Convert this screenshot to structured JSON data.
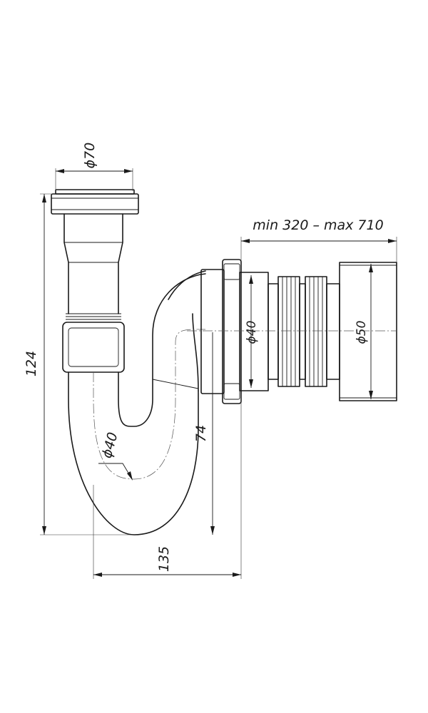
{
  "dimensions": {
    "top_diameter": "ϕ70",
    "height": "124",
    "trap_diameter": "ϕ40",
    "outlet_height": "74",
    "width": "135",
    "hose_length": "min 320 – max 710",
    "inlet_diameter": "ϕ40",
    "outlet_diameter": "ϕ50"
  }
}
